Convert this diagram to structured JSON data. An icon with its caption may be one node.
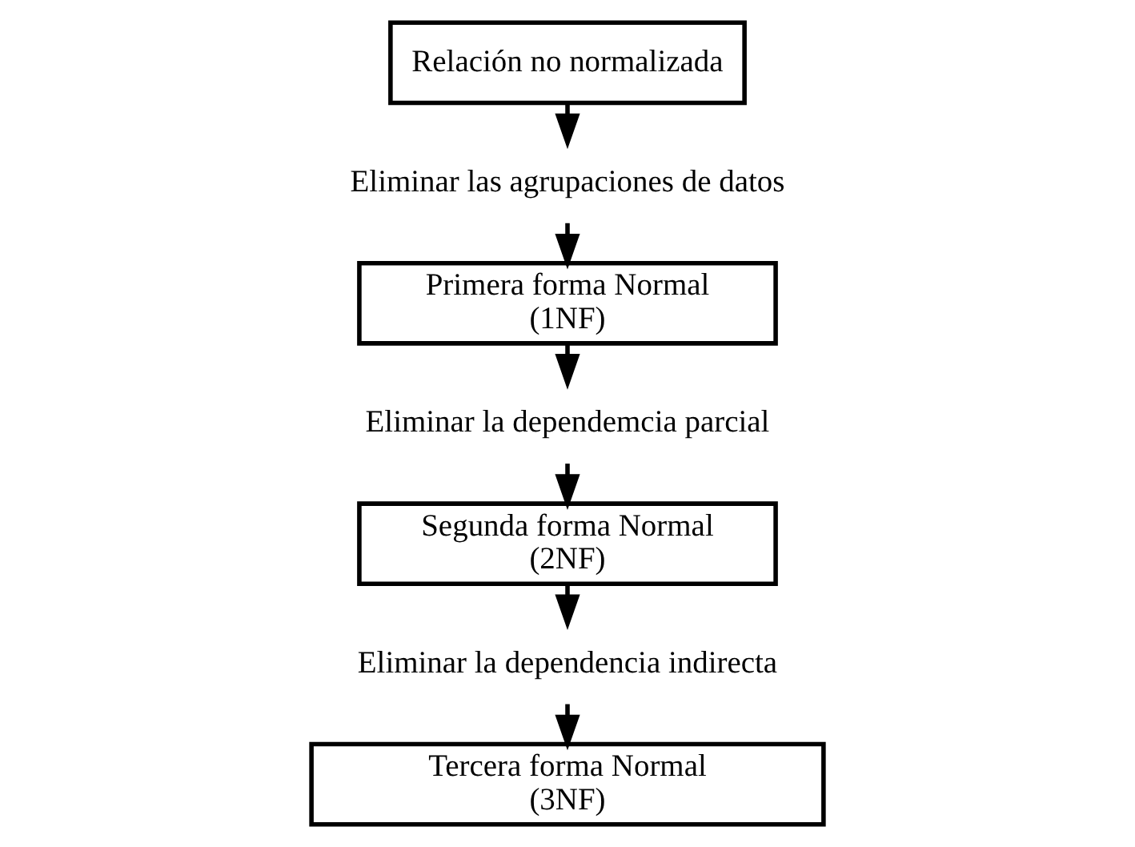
{
  "diagram": {
    "nodes": [
      {
        "text": [
          "Relación no normalizada"
        ]
      },
      {
        "text": [
          "Eliminar las agrupaciones de datos"
        ]
      },
      {
        "text": [
          "Primera forma Normal",
          "(1NF)"
        ]
      },
      {
        "text": [
          "Eliminar la dependemcia parcial"
        ]
      },
      {
        "text": [
          "Segunda forma Normal",
          "(2NF)"
        ]
      },
      {
        "text": [
          "Eliminar la dependencia indirecta"
        ]
      },
      {
        "text": [
          "Tercera forma Normal",
          "(3NF)"
        ]
      }
    ],
    "edges": [
      {
        "from": 0,
        "to": 1,
        "arrow": "to"
      },
      {
        "from": 1,
        "to": 2,
        "arrow": "to"
      },
      {
        "from": 2,
        "to": 3,
        "arrow": "to"
      },
      {
        "from": 3,
        "to": 4,
        "arrow": "to"
      },
      {
        "from": 4,
        "to": 5,
        "arrow": "to"
      },
      {
        "from": 5,
        "to": 6,
        "arrow": "to"
      }
    ]
  }
}
